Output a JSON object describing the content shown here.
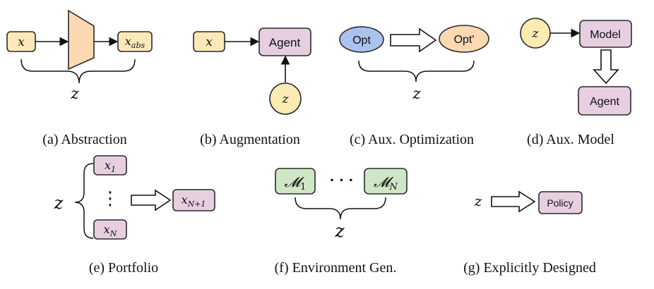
{
  "colors": {
    "input_fill": "#fde9b8",
    "abstract_fill": "#fcd9b2",
    "agent_fill": "#e7cfe1",
    "z_fill": "#fbeab1",
    "opt_fill": "#a9c2ee",
    "optp_fill": "#fcd9b2",
    "env_fill": "#cfe7c7",
    "arrow_outline": "#111111"
  },
  "panels": {
    "a": {
      "caption": "(a) Abstraction",
      "x_label": "x",
      "x_abs_base": "x",
      "x_abs_sub": "abs",
      "z_label": "z"
    },
    "b": {
      "caption": "(b) Augmentation",
      "x_label": "x",
      "agent_label": "Agent",
      "z_label": "z"
    },
    "c": {
      "caption": "(c) Aux. Optimization",
      "opt_label": "Opt",
      "opt_prime_label": "Opt'",
      "z_label": "z"
    },
    "d": {
      "caption": "(d) Aux. Model",
      "z_label": "z",
      "model_label": "Model",
      "agent_label": "Agent"
    },
    "e": {
      "caption": "(e) Portfolio",
      "z_label": "z",
      "x1_base": "x",
      "x1_sub": "1",
      "dots": "⋮",
      "xN_base": "x",
      "xN_sub": "N",
      "xN1_base": "x",
      "xN1_sub": "N+1"
    },
    "f": {
      "caption": "(f) Environment Gen.",
      "m1_base": "𝓜",
      "m1_sub": "1",
      "dots": "· · ·",
      "mN_base": "𝓜",
      "mN_sub": "N",
      "z_label": "z"
    },
    "g": {
      "caption": "(g) Explicitly Designed",
      "z_label": "z",
      "policy_label": "Policy"
    }
  }
}
